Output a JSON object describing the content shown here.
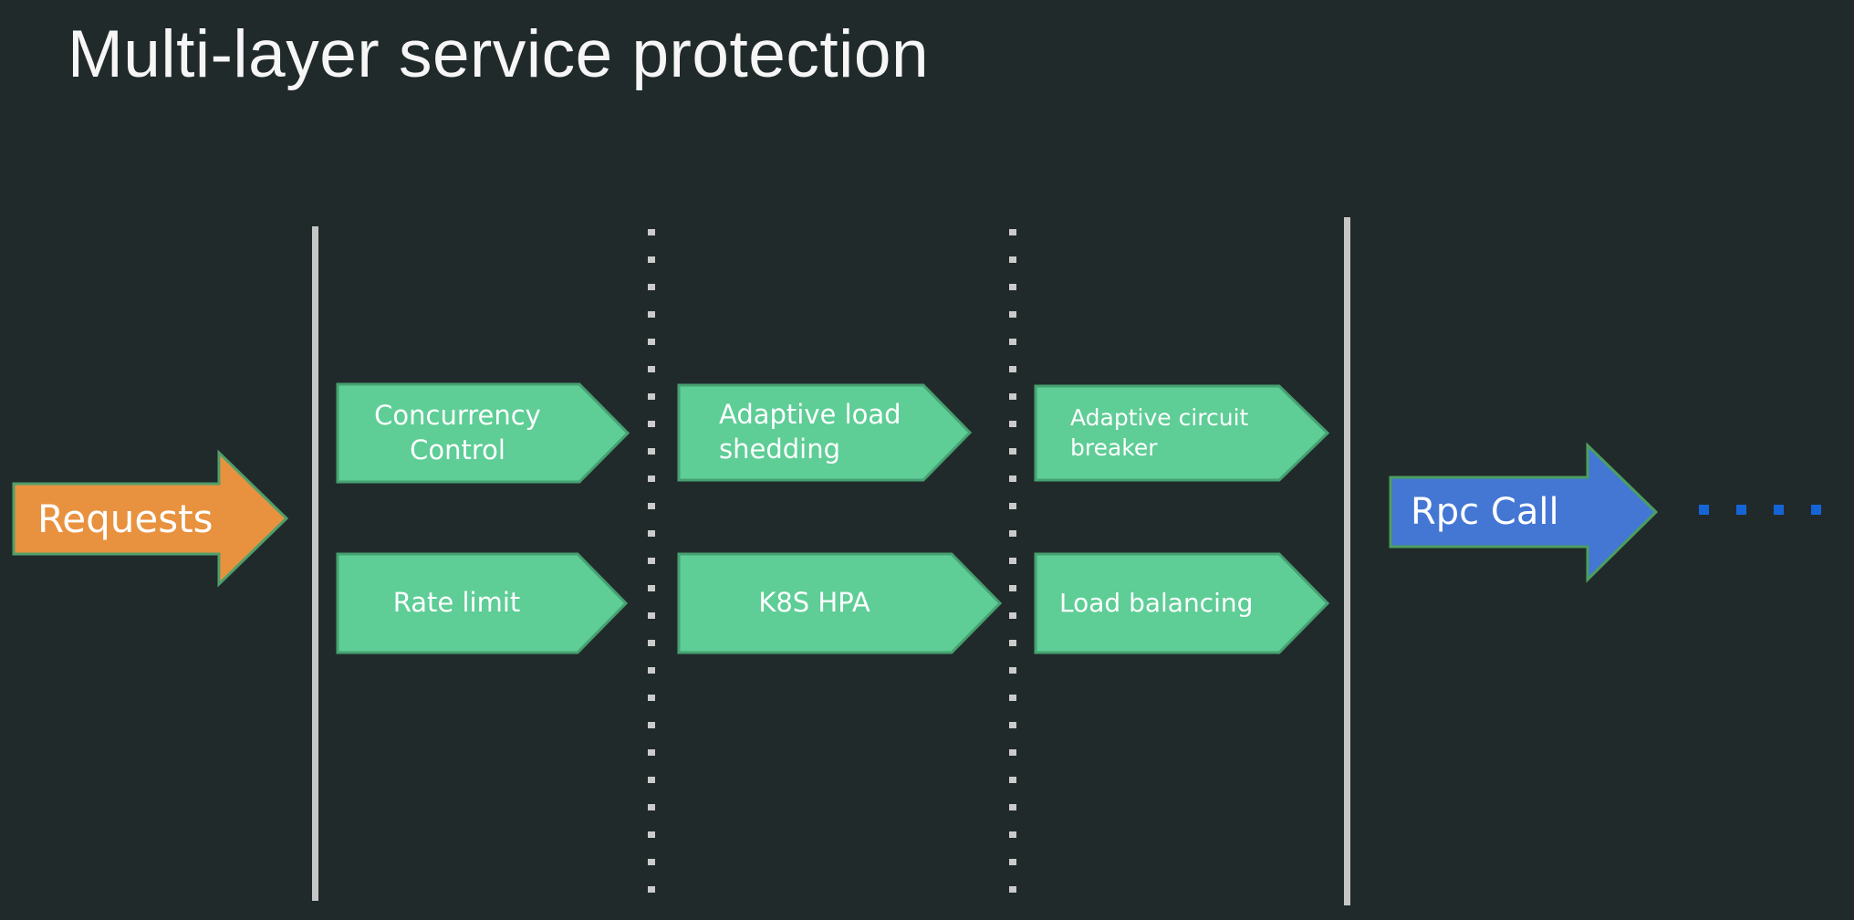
{
  "theme": {
    "background": "#212A2B",
    "title_text": "#F6F6F6",
    "stage_fill": "#5ECD96",
    "stage_border": "#46A171",
    "stage_text": "#FFFFFF",
    "requests_fill": "#E8923F",
    "requests_border": "#4F9F6B",
    "rpc_fill": "#4377D3",
    "rpc_border": "#4C9E5E",
    "boundary_solid": "#C6C6C6",
    "boundary_dotted": "#CBCBCB",
    "continuation_dot": "#1565D8"
  },
  "title": "Multi-layer service protection",
  "requests_arrow": {
    "label": "Requests"
  },
  "rpc_arrow": {
    "label": "Rpc Call"
  },
  "stages": {
    "columns": [
      {
        "top_lines": [
          "Concurrency",
          "Control"
        ],
        "bottom_lines": [
          "Rate limit"
        ]
      },
      {
        "top_lines": [
          "Adaptive load",
          "shedding"
        ],
        "bottom_lines": [
          "K8S HPA"
        ]
      },
      {
        "top_lines": [
          "Adaptive circuit",
          "breaker"
        ],
        "bottom_lines": [
          "Load balancing"
        ]
      }
    ]
  }
}
